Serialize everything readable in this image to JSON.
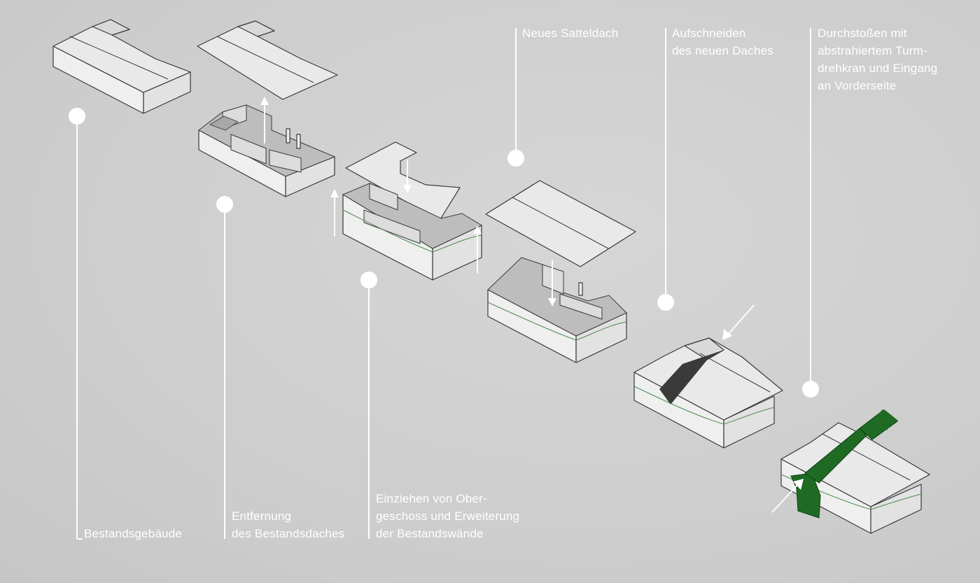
{
  "steps": [
    {
      "id": "step1",
      "label": "Bestandsgebäude"
    },
    {
      "id": "step2",
      "label": "Entfernung\ndes Bestandsdaches"
    },
    {
      "id": "step3",
      "label": "Einziehen von Ober-\ngeschoss und Erweiterung\nder Bestandswände"
    },
    {
      "id": "step4",
      "label": "Neues Satteldach"
    },
    {
      "id": "step5",
      "label": "Aufschneiden\ndes neuen Daches"
    },
    {
      "id": "step6",
      "label": "Durchstoßen mit\nabstrahiertem Turm-\ndrehkran und Eingang\nan Vorderseite"
    }
  ],
  "colors": {
    "background": "#cfcfcf",
    "annotation": "#ffffff",
    "crane": "#1f6b24",
    "outline": "#3a3a3a"
  }
}
